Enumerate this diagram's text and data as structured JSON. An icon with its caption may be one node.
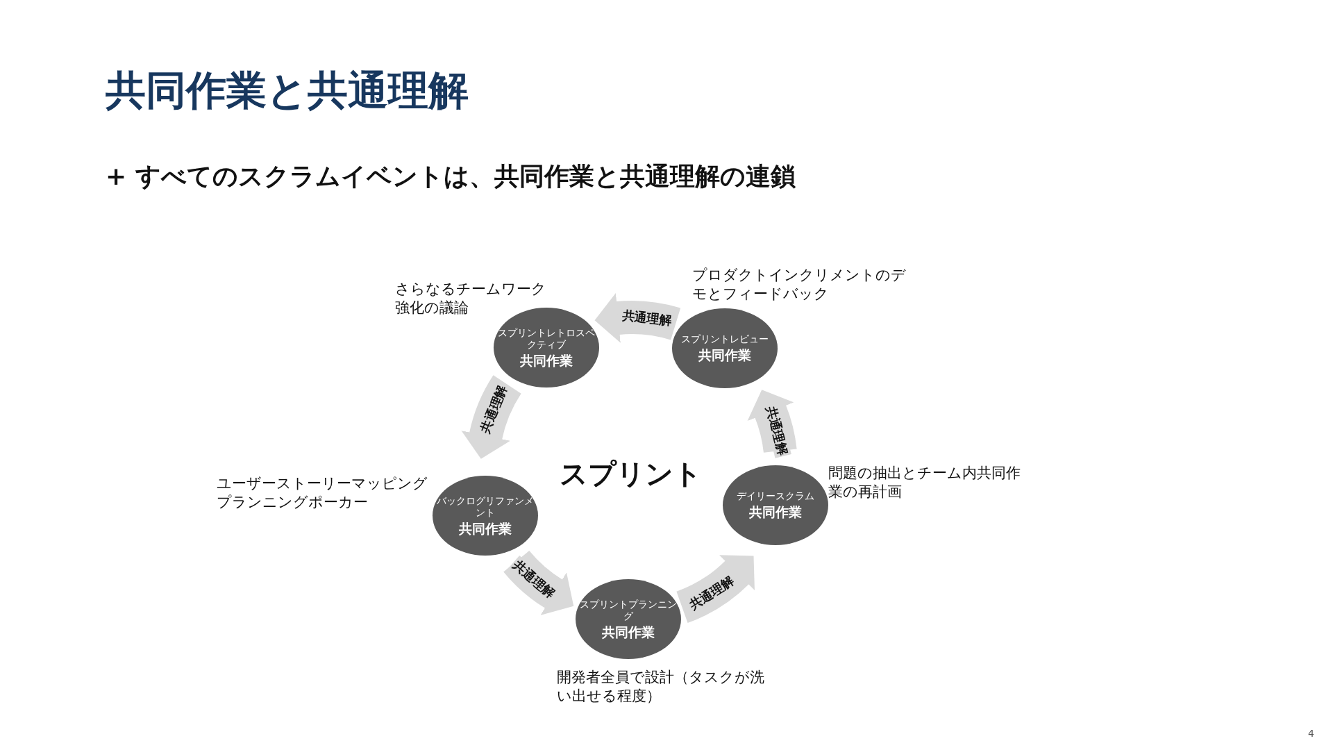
{
  "diagram": {
    "title": "共同作業と共通理解",
    "nodes": [
      {
        "text": [
          "スプリントプランニング",
          "共同作業"
        ],
        "beside": [
          "開発者全員で設計（タスクが洗い出せる程度）"
        ]
      },
      {
        "text": [
          "デイリースクラム",
          "共同作業"
        ],
        "beside": [
          "問題の抽出とチーム内共同作業の再計画"
        ]
      },
      {
        "text": [
          "スプリントレビュー",
          "共同作業"
        ],
        "beside": [
          "プロダクトインクリメントのデモとフィードバック"
        ]
      },
      {
        "text": [
          "スプリントレトロスペクティブ",
          "共同作業"
        ],
        "beside": [
          "さらなるチームワーク強化の議論"
        ]
      },
      {
        "text": [
          "バックログリファンメント",
          "共同作業"
        ],
        "beside": [
          "ユーザーストーリーマッピング",
          "プランニングポーカー"
        ]
      }
    ],
    "edges": [
      {
        "from": 0,
        "to": 1,
        "arrow": "to",
        "label": "共通理解"
      },
      {
        "from": 1,
        "to": 2,
        "arrow": "to",
        "label": "共通理解"
      },
      {
        "from": 2,
        "to": 3,
        "arrow": "to",
        "label": "共通理解"
      },
      {
        "from": 3,
        "to": 4,
        "arrow": "to",
        "label": "共通理解"
      },
      {
        "from": 4,
        "to": 0,
        "arrow": "to",
        "label": "共通理解"
      }
    ],
    "labels": [
      "+ すべてのスクラムイベントは、共同作業と共通理解の連鎖",
      "スプリント",
      "4"
    ]
  }
}
